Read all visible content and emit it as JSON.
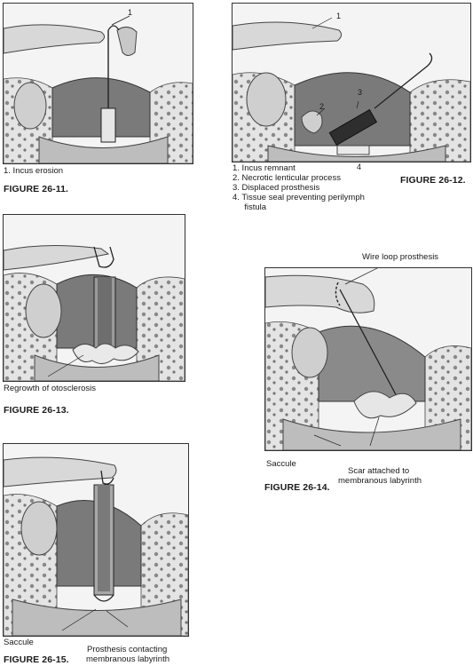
{
  "figures": [
    {
      "caption": "FIGURE 26-11.",
      "callout_numbers": [
        "1"
      ],
      "legend": [
        "1.  Incus erosion"
      ]
    },
    {
      "caption": "FIGURE 26-12.",
      "callout_numbers": [
        "1",
        "2",
        "3",
        "4"
      ],
      "legend": [
        "1.  Incus remnant",
        "2.  Necrotic lenticular process",
        "3.  Displaced prosthesis",
        "4.  Tissue seal preventing perilymph",
        "     fistula"
      ]
    },
    {
      "caption": "FIGURE 26-13.",
      "labels": [
        "Regrowth of otosclerosis"
      ]
    },
    {
      "caption": "FIGURE 26-14.",
      "labels": [
        "Wire loop prosthesis",
        "Saccule",
        "Scar attached to",
        "membranous labyrinth"
      ]
    },
    {
      "caption": "FIGURE 26-15.",
      "labels": [
        "Saccule",
        "Prosthesis contacting",
        "membranous labyrinth"
      ]
    }
  ]
}
